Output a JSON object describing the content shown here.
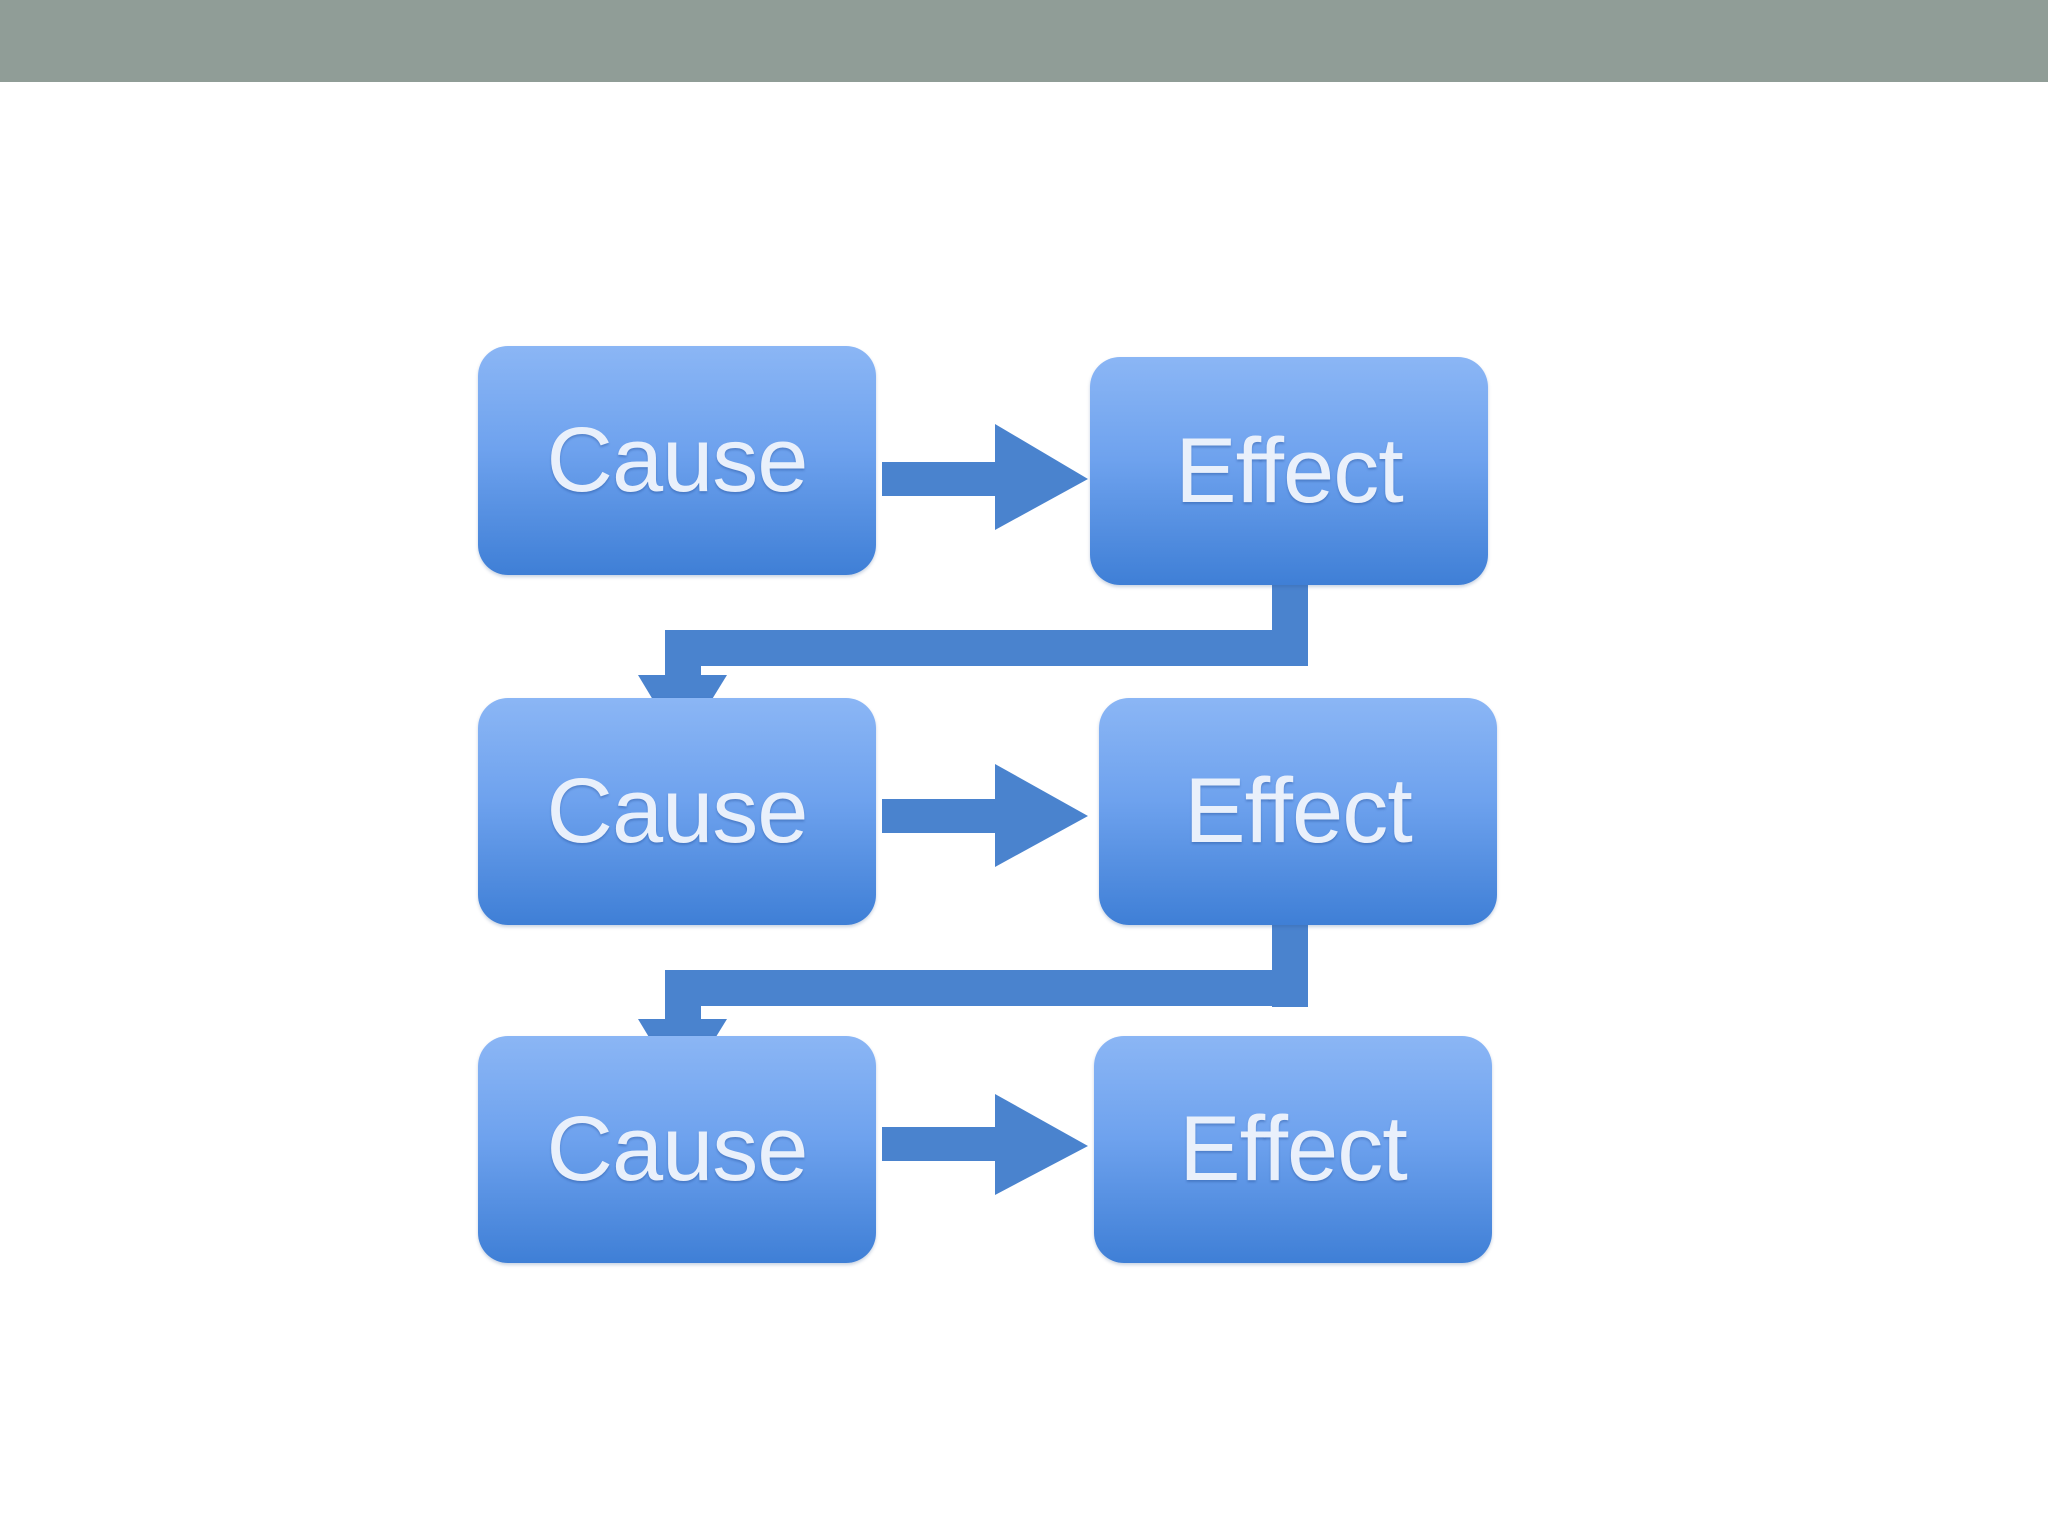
{
  "diagram": {
    "colors": {
      "band": "#909d97",
      "box_top": "#8bb6f5",
      "box_bottom": "#3f7fd6",
      "arrow": "#4a83ce",
      "label": "#e9f0fb"
    },
    "rows": [
      {
        "cause": "Cause",
        "effect": "Effect"
      },
      {
        "cause": "Cause",
        "effect": "Effect"
      },
      {
        "cause": "Cause",
        "effect": "Effect"
      }
    ],
    "connectors": [
      {
        "from": "cause-1",
        "to": "effect-1",
        "type": "arrow"
      },
      {
        "from": "effect-1",
        "to": "cause-2",
        "type": "elbow-arrow"
      },
      {
        "from": "cause-2",
        "to": "effect-2",
        "type": "arrow"
      },
      {
        "from": "effect-2",
        "to": "cause-3",
        "type": "elbow-arrow"
      },
      {
        "from": "cause-3",
        "to": "effect-3",
        "type": "arrow"
      }
    ]
  }
}
